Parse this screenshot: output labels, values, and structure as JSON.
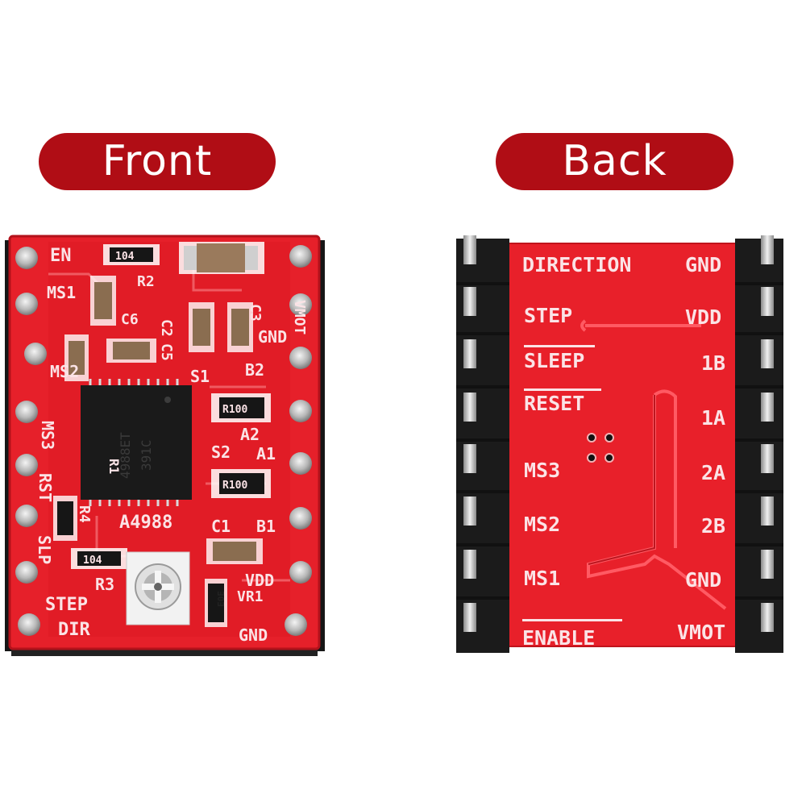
{
  "labels": {
    "front": "Front",
    "back": "Back"
  },
  "front_board": {
    "silkscreen": [
      "EN",
      "MS1",
      "MS2",
      "MS3",
      "RST",
      "SLP",
      "STEP",
      "DIR",
      "R2",
      "C6",
      "C2",
      "C5",
      "C3",
      "C1",
      "S1",
      "S2",
      "R3",
      "R4",
      "R1",
      "VR1",
      "A4988",
      "B2",
      "A2",
      "A1",
      "B1",
      "GND",
      "VDD",
      "VMOT"
    ],
    "resistors": [
      "104",
      "104",
      "R100",
      "R100",
      "E0E"
    ],
    "chip": [
      "4988ET",
      "391C"
    ]
  },
  "back_board": {
    "left_labels": [
      "DIRECTION",
      "STEP",
      "SLEEP",
      "RESET",
      "MS3",
      "MS2",
      "MS1",
      "ENABLE"
    ],
    "right_labels": [
      "GND",
      "VDD",
      "1B",
      "1A",
      "2A",
      "2B",
      "GND",
      "VMOT"
    ]
  },
  "colors": {
    "pill": "#b00d15",
    "pcb": "#e8202a",
    "pcb_dark": "#c8141d",
    "silk": "#fbe3e6",
    "header": "#1b1b1b",
    "pin": "#c9c9c9"
  }
}
